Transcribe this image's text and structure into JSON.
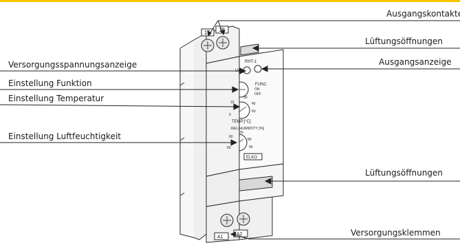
{
  "labels": {
    "ausgangskontakte": "Ausgangskontakte",
    "lueftung_oben": "Lüftungsöffnungen",
    "ausgangsanzeige": "Ausgangsanzeige",
    "versorgungsspannungsanzeige": "Versorgungsspannungsanzeige",
    "einstellung_funktion": "Einstellung Funktion",
    "einstellung_temperatur": "Einstellung Temperatur",
    "einstellung_luftfeuchtigkeit": "Einstellung Luftfeuchtigkeit",
    "lueftung_unten": "Lüftungsöffnungen",
    "versorgungsklemmen": "Versorgungsklemmen"
  },
  "device": {
    "terminal_top_left": "15",
    "terminal_top_right": "18",
    "model": "RHT-1",
    "led_un": "Un",
    "func_label": "FUNC",
    "func_on": "ON",
    "func_off": "OFF",
    "temp_label": "TEMP.[°C]",
    "temp_scale": [
      "0",
      "15",
      "30",
      "45",
      "60"
    ],
    "hum_label": "REL.HUMIDITY [%]",
    "hum_scale": [
      "50",
      "60",
      "70",
      "80",
      "90"
    ],
    "brand": "ELKO",
    "terminal_a1": "A1",
    "terminal_a2": "A2"
  },
  "colors": {
    "accent_bar": "#f6c400",
    "line": "#222222"
  }
}
